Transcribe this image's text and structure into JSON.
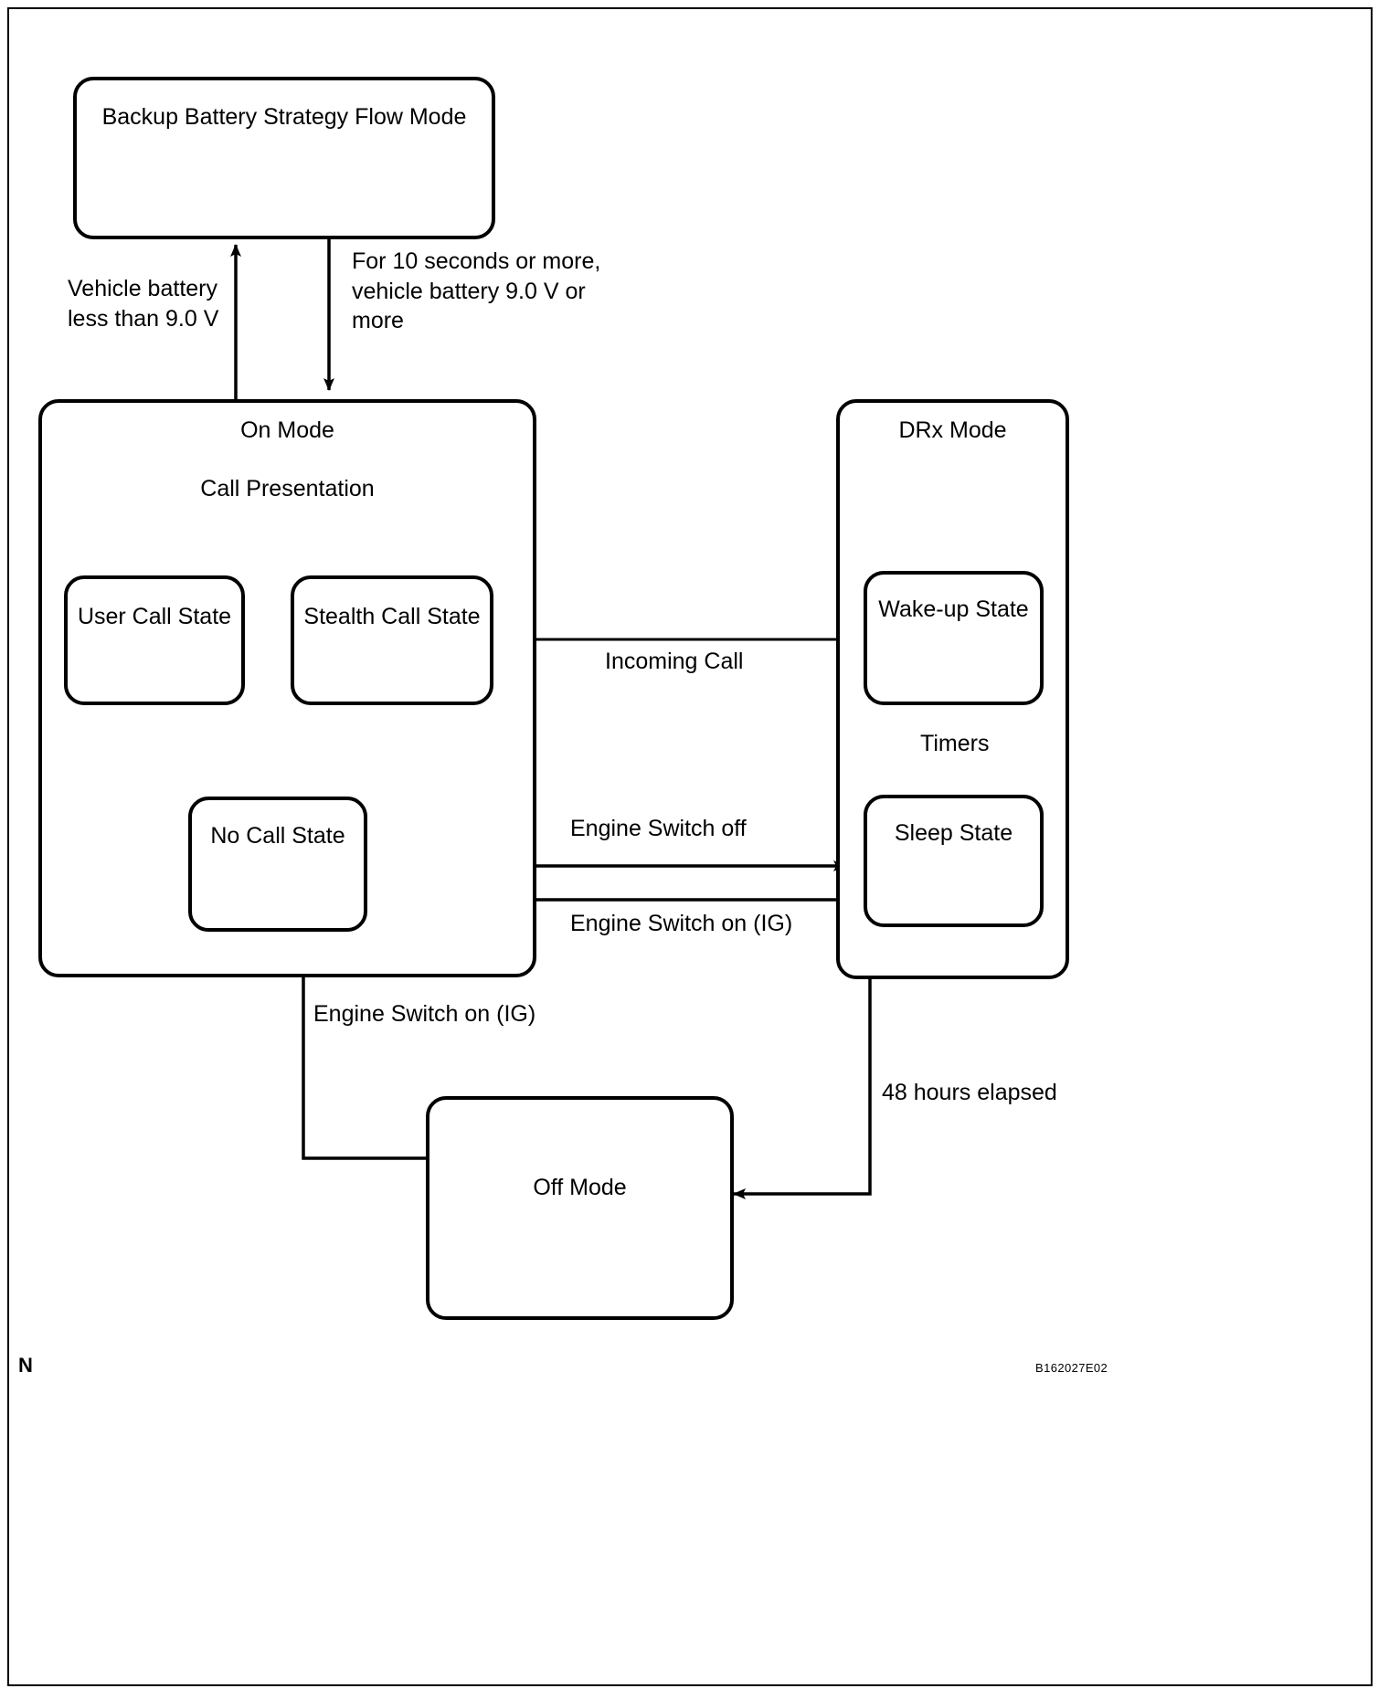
{
  "diagram": {
    "title_node": "Backup Battery Strategy Flow Mode",
    "containers": [
      {
        "id": "on-mode",
        "label": "On Mode",
        "sub_label": "Call Presentation"
      },
      {
        "id": "drx-mode",
        "label": "DRx Mode"
      }
    ],
    "nodes": [
      {
        "id": "backup-battery",
        "label": "Backup Battery Strategy Flow Mode"
      },
      {
        "id": "user-call-state",
        "label": "User Call State"
      },
      {
        "id": "stealth-call-state",
        "label": "Stealth Call State"
      },
      {
        "id": "no-call-state",
        "label": "No Call State"
      },
      {
        "id": "wake-up-state",
        "label": "Wake-up State"
      },
      {
        "id": "sleep-state",
        "label": "Sleep State"
      },
      {
        "id": "off-mode",
        "label": "Off Mode"
      }
    ],
    "edge_labels": {
      "battery_low": "Vehicle battery\nless than 9.0 V",
      "battery_ok": "For 10 seconds or more,\nvehicle battery 9.0 V or\nmore",
      "incoming_call": "Incoming Call",
      "timers": "Timers",
      "engine_switch_off": "Engine Switch off",
      "engine_switch_on_ig_right": "Engine Switch on (IG)",
      "engine_switch_on_ig_bottom": "Engine Switch on (IG)",
      "hours_elapsed": "48 hours elapsed"
    },
    "annotations": {
      "page_marker": "N",
      "figure_code": "B162027E02"
    },
    "colors": {
      "stroke": "#000000",
      "background": "#ffffff"
    }
  }
}
